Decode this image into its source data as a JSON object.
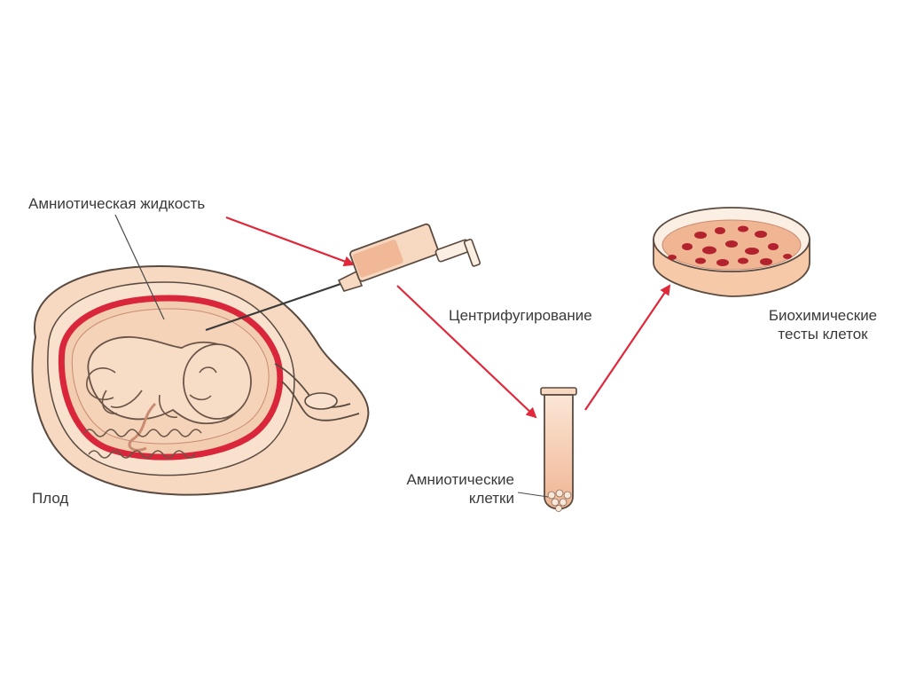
{
  "labels": {
    "amniotic_fluid": "Амниотическая жидкость",
    "fetus": "Плод",
    "centrifugation": "Центрифугирование",
    "amniotic_cells_line1": "Амниотические",
    "amniotic_cells_line2": "клетки",
    "biochem_line1": "Биохимические",
    "biochem_line2": "тесты клеток"
  },
  "colors": {
    "arrow": "#e0283a",
    "skin": "#f6d9c0",
    "skin_dark": "#efc7a4",
    "outline": "#5a4a40",
    "uterus_red": "#d9263a",
    "cell_red": "#b2232e",
    "fluid": "#f1b898"
  }
}
